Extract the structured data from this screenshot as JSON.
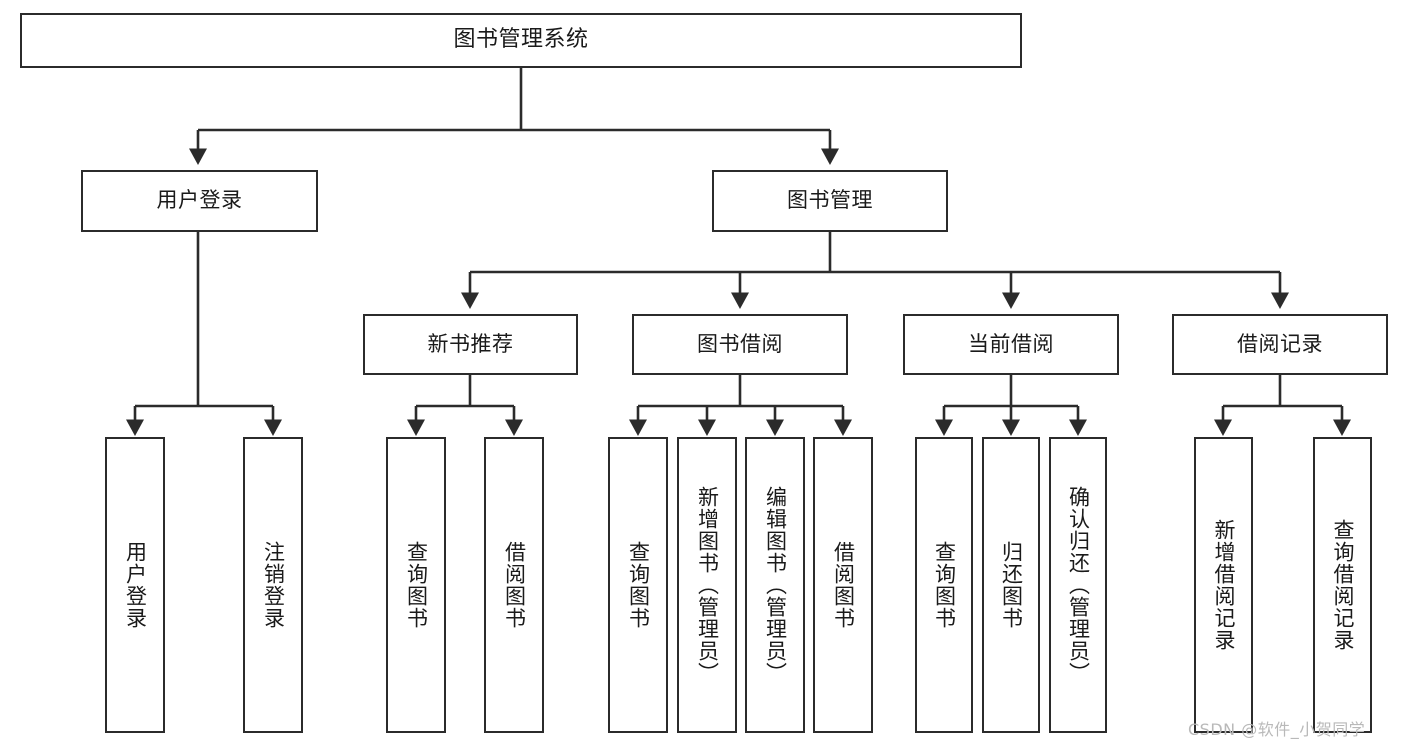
{
  "diagram": {
    "kind": "tree-diagram",
    "title": "图书管理系统",
    "watermark": "CSDN @软件_小贺同学",
    "colors": {
      "background": "#ffffff",
      "border": "#2b2b2b",
      "edge": "#2b2b2b",
      "text": "#1a1a1a",
      "watermark": "#b9b9b9"
    },
    "nodes": {
      "root": {
        "label": "图书管理系统"
      },
      "level2": [
        {
          "label": "用户登录"
        },
        {
          "label": "图书管理"
        }
      ],
      "level3": [
        {
          "label": "新书推荐"
        },
        {
          "label": "图书借阅"
        },
        {
          "label": "当前借阅"
        },
        {
          "label": "借阅记录"
        }
      ],
      "leaves": {
        "user_login": [
          {
            "label": "用户登录"
          },
          {
            "label": "注销登录"
          }
        ],
        "new_book": [
          {
            "label": "查询图书"
          },
          {
            "label": "借阅图书"
          }
        ],
        "book_borrow": [
          {
            "label": "查询图书"
          },
          {
            "label": "新增图书（管理员）"
          },
          {
            "label": "编辑图书（管理员）"
          },
          {
            "label": "借阅图书"
          }
        ],
        "current_borrow": [
          {
            "label": "查询图书"
          },
          {
            "label": "归还图书"
          },
          {
            "label": "确认归还（管理员）"
          }
        ],
        "borrow_record": [
          {
            "label": "新增借阅记录"
          },
          {
            "label": "查询借阅记录"
          }
        ]
      }
    }
  }
}
